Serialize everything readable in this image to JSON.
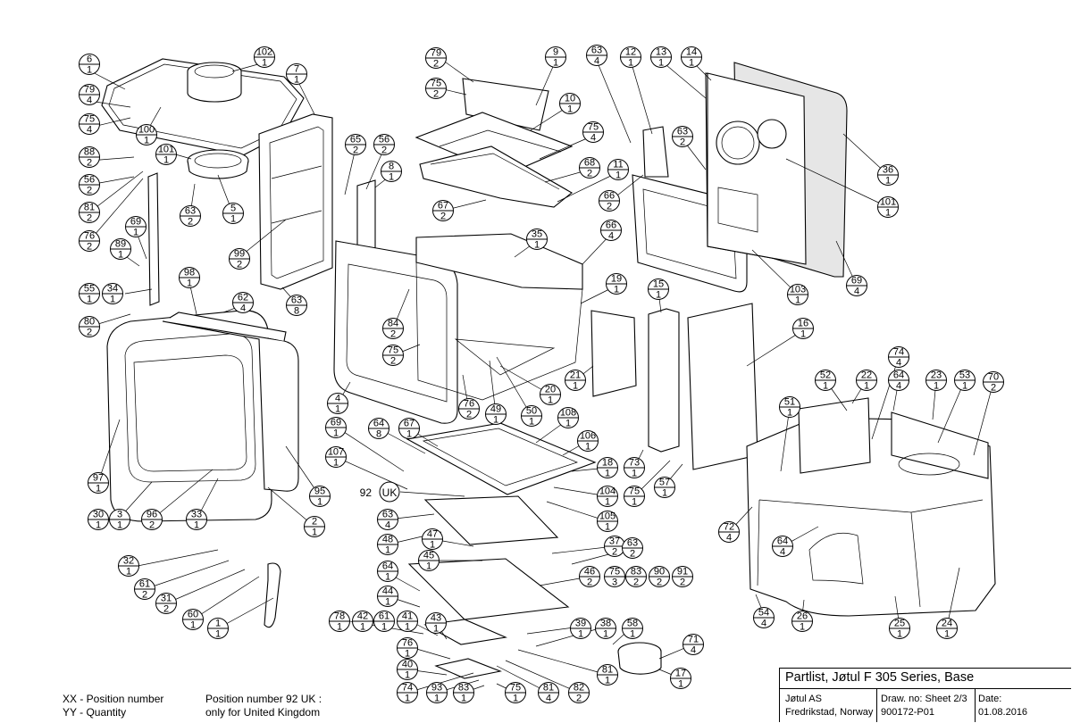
{
  "legend": {
    "line1": "XX - Position number",
    "line2": "YY - Quantity",
    "note1": "Position number 92 UK :",
    "note2": "only for United Kingdom"
  },
  "title_block": {
    "title": "Partlist, Jøtul F 305 Series, Base",
    "company": "Jøtul AS",
    "location": "Fredrikstad, Norway",
    "drawing_label": "Draw. no: Sheet 2/3",
    "drawing_no": "900172-P01",
    "date_label": "Date:",
    "date": "01.08.2016"
  },
  "callouts": [
    {
      "pos": "6",
      "qty": "1"
    },
    {
      "pos": "102",
      "qty": "1"
    },
    {
      "pos": "79",
      "qty": "4"
    },
    {
      "pos": "75",
      "qty": "4"
    },
    {
      "pos": "100",
      "qty": "1"
    },
    {
      "pos": "101",
      "qty": "1"
    },
    {
      "pos": "88",
      "qty": "2"
    },
    {
      "pos": "56",
      "qty": "2"
    },
    {
      "pos": "81",
      "qty": "2"
    },
    {
      "pos": "76",
      "qty": "2"
    },
    {
      "pos": "63",
      "qty": "2"
    },
    {
      "pos": "5",
      "qty": "1"
    },
    {
      "pos": "7",
      "qty": "1"
    },
    {
      "pos": "65",
      "qty": "2"
    },
    {
      "pos": "56",
      "qty": "2"
    },
    {
      "pos": "8",
      "qty": "1"
    },
    {
      "pos": "69",
      "qty": "1"
    },
    {
      "pos": "89",
      "qty": "1"
    },
    {
      "pos": "99",
      "qty": "2"
    },
    {
      "pos": "55",
      "qty": "1"
    },
    {
      "pos": "34",
      "qty": "1"
    },
    {
      "pos": "98",
      "qty": "1"
    },
    {
      "pos": "62",
      "qty": "4"
    },
    {
      "pos": "63",
      "qty": "8"
    },
    {
      "pos": "80",
      "qty": "2"
    },
    {
      "pos": "79",
      "qty": "2"
    },
    {
      "pos": "75",
      "qty": "2"
    },
    {
      "pos": "9",
      "qty": "1"
    },
    {
      "pos": "10",
      "qty": "1"
    },
    {
      "pos": "75",
      "qty": "4"
    },
    {
      "pos": "68",
      "qty": "2"
    },
    {
      "pos": "11",
      "qty": "1"
    },
    {
      "pos": "67",
      "qty": "2"
    },
    {
      "pos": "63",
      "qty": "4"
    },
    {
      "pos": "12",
      "qty": "1"
    },
    {
      "pos": "13",
      "qty": "1"
    },
    {
      "pos": "14",
      "qty": "1"
    },
    {
      "pos": "63",
      "qty": "2"
    },
    {
      "pos": "66",
      "qty": "2"
    },
    {
      "pos": "36",
      "qty": "1"
    },
    {
      "pos": "101",
      "qty": "1"
    },
    {
      "pos": "66",
      "qty": "4"
    },
    {
      "pos": "35",
      "qty": "1"
    },
    {
      "pos": "19",
      "qty": "1"
    },
    {
      "pos": "69",
      "qty": "4"
    },
    {
      "pos": "103",
      "qty": "1"
    },
    {
      "pos": "84",
      "qty": "2"
    },
    {
      "pos": "75",
      "qty": "2"
    },
    {
      "pos": "15",
      "qty": "1"
    },
    {
      "pos": "16",
      "qty": "1"
    },
    {
      "pos": "4",
      "qty": "1"
    },
    {
      "pos": "21",
      "qty": "1"
    },
    {
      "pos": "20",
      "qty": "1"
    },
    {
      "pos": "76",
      "qty": "2"
    },
    {
      "pos": "49",
      "qty": "1"
    },
    {
      "pos": "50",
      "qty": "1"
    },
    {
      "pos": "97",
      "qty": "1"
    },
    {
      "pos": "30",
      "qty": "1"
    },
    {
      "pos": "3",
      "qty": "1"
    },
    {
      "pos": "96",
      "qty": "2"
    },
    {
      "pos": "33",
      "qty": "1"
    },
    {
      "pos": "95",
      "qty": "1"
    },
    {
      "pos": "2",
      "qty": "1"
    },
    {
      "pos": "69",
      "qty": "1"
    },
    {
      "pos": "64",
      "qty": "8"
    },
    {
      "pos": "67",
      "qty": "1"
    },
    {
      "pos": "108",
      "qty": "1"
    },
    {
      "pos": "106",
      "qty": "1"
    },
    {
      "pos": "107",
      "qty": "1"
    },
    {
      "pos": "18",
      "qty": "1"
    },
    {
      "pos": "73",
      "qty": "1"
    },
    {
      "pos": "104",
      "qty": "1"
    },
    {
      "pos": "75",
      "qty": "1"
    },
    {
      "pos": "57",
      "qty": "1"
    },
    {
      "pos": "105",
      "qty": "1"
    },
    {
      "pos": "63",
      "qty": "4"
    },
    {
      "pos": "48",
      "qty": "1"
    },
    {
      "pos": "47",
      "qty": "1"
    },
    {
      "pos": "37",
      "qty": "2"
    },
    {
      "pos": "63",
      "qty": "2"
    },
    {
      "pos": "45",
      "qty": "1"
    },
    {
      "pos": "64",
      "qty": "1"
    },
    {
      "pos": "46",
      "qty": "2"
    },
    {
      "pos": "75",
      "qty": "3"
    },
    {
      "pos": "83",
      "qty": "2"
    },
    {
      "pos": "90",
      "qty": "2"
    },
    {
      "pos": "91",
      "qty": "2"
    },
    {
      "pos": "44",
      "qty": "1"
    },
    {
      "pos": "78",
      "qty": "1"
    },
    {
      "pos": "42",
      "qty": "1"
    },
    {
      "pos": "61",
      "qty": "1"
    },
    {
      "pos": "41",
      "qty": "1"
    },
    {
      "pos": "43",
      "qty": "1"
    },
    {
      "pos": "39",
      "qty": "1"
    },
    {
      "pos": "38",
      "qty": "1"
    },
    {
      "pos": "58",
      "qty": "1"
    },
    {
      "pos": "76",
      "qty": "1"
    },
    {
      "pos": "40",
      "qty": "1"
    },
    {
      "pos": "74",
      "qty": "1"
    },
    {
      "pos": "93",
      "qty": "1"
    },
    {
      "pos": "83",
      "qty": "1"
    },
    {
      "pos": "75",
      "qty": "1"
    },
    {
      "pos": "81",
      "qty": "4"
    },
    {
      "pos": "82",
      "qty": "2"
    },
    {
      "pos": "81",
      "qty": "1"
    },
    {
      "pos": "71",
      "qty": "4"
    },
    {
      "pos": "17",
      "qty": "1"
    },
    {
      "pos": "32",
      "qty": "1"
    },
    {
      "pos": "61",
      "qty": "2"
    },
    {
      "pos": "31",
      "qty": "2"
    },
    {
      "pos": "60",
      "qty": "1"
    },
    {
      "pos": "1",
      "qty": "1"
    },
    {
      "pos": "74",
      "qty": "4"
    },
    {
      "pos": "52",
      "qty": "1"
    },
    {
      "pos": "22",
      "qty": "1"
    },
    {
      "pos": "64",
      "qty": "4"
    },
    {
      "pos": "23",
      "qty": "1"
    },
    {
      "pos": "53",
      "qty": "1"
    },
    {
      "pos": "70",
      "qty": "2"
    },
    {
      "pos": "51",
      "qty": "1"
    },
    {
      "pos": "72",
      "qty": "4"
    },
    {
      "pos": "64",
      "qty": "4"
    },
    {
      "pos": "54",
      "qty": "4"
    },
    {
      "pos": "26",
      "qty": "1"
    },
    {
      "pos": "25",
      "qty": "1"
    },
    {
      "pos": "24",
      "qty": "1"
    }
  ],
  "label92": {
    "pos": "92",
    "qty": "UK"
  }
}
